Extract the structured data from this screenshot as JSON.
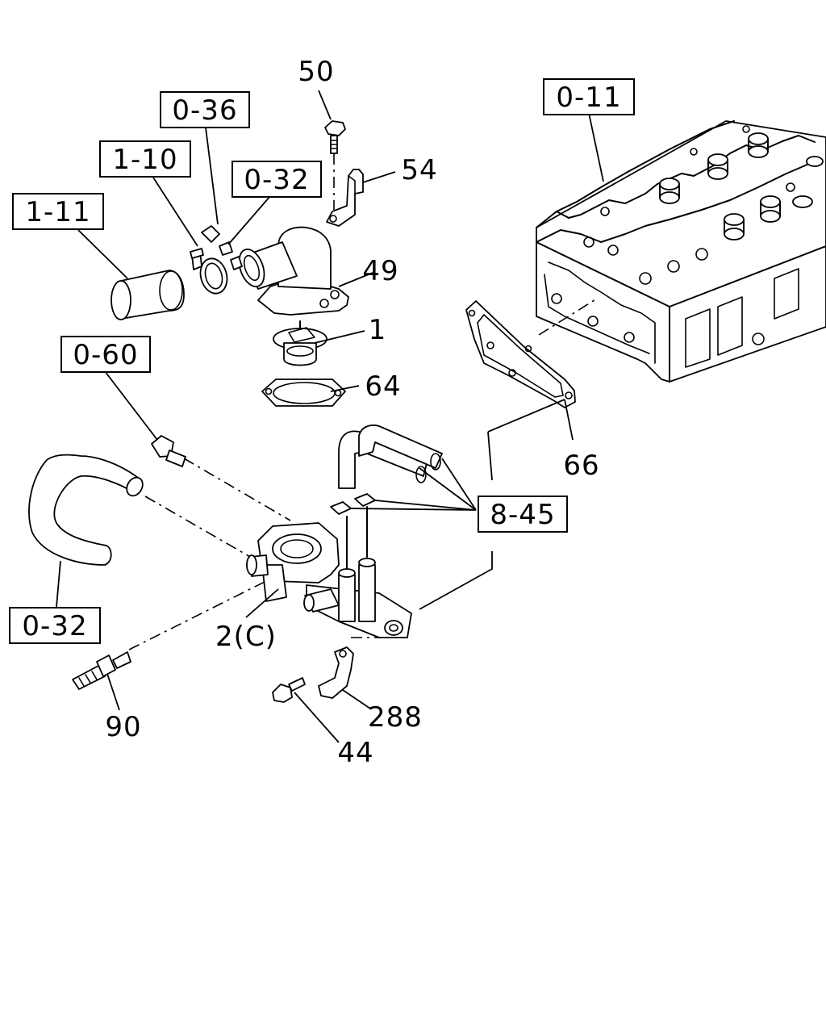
{
  "refs": {
    "r_0_11": "0-11",
    "r_0_36": "0-36",
    "r_1_10": "1-10",
    "r_0_32_top": "0-32",
    "r_1_11": "1-11",
    "r_0_60": "0-60",
    "r_8_45": "8-45",
    "r_0_32_bottom": "0-32"
  },
  "parts": {
    "p50": "50",
    "p54": "54",
    "p49": "49",
    "p1": "1",
    "p64": "64",
    "p66": "66",
    "p2c": "2(C)",
    "p90": "90",
    "p288": "288",
    "p44": "44"
  }
}
